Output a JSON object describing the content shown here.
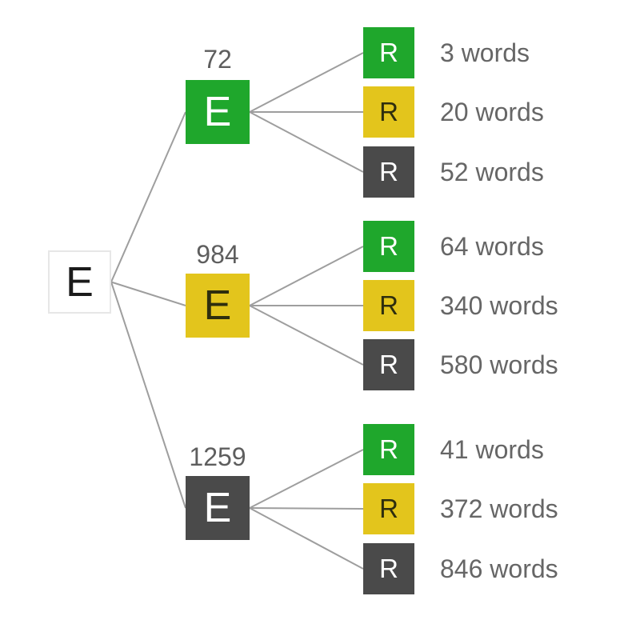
{
  "diagram": {
    "type": "tree",
    "root": {
      "label": "E",
      "color_name": "white"
    },
    "branches": [
      {
        "count": "72",
        "label": "E",
        "color_name": "green",
        "leaves": [
          {
            "label": "R",
            "color_name": "green",
            "text": "3 words"
          },
          {
            "label": "R",
            "color_name": "yellow",
            "text": "20 words"
          },
          {
            "label": "R",
            "color_name": "dark_gray",
            "text": "52 words"
          }
        ]
      },
      {
        "count": "984",
        "label": "E",
        "color_name": "yellow",
        "leaves": [
          {
            "label": "R",
            "color_name": "green",
            "text": "64 words"
          },
          {
            "label": "R",
            "color_name": "yellow",
            "text": "340 words"
          },
          {
            "label": "R",
            "color_name": "dark_gray",
            "text": "580 words"
          }
        ]
      },
      {
        "count": "1259",
        "label": "E",
        "color_name": "dark_gray",
        "leaves": [
          {
            "label": "R",
            "color_name": "green",
            "text": "41 words"
          },
          {
            "label": "R",
            "color_name": "yellow",
            "text": "372 words"
          },
          {
            "label": "R",
            "color_name": "dark_gray",
            "text": "846 words"
          }
        ]
      }
    ]
  },
  "palette": {
    "green": "#1FA72C",
    "yellow": "#E3C51C",
    "dark_gray": "#4A4A4A",
    "white": "#FFFFFF",
    "node_text_light": "#FFFFFF",
    "node_text_dark": "#2E2E0E",
    "root_text": "#1B1B1B",
    "root_border": "#E7E7E7",
    "edge": "#9E9E9E",
    "count_text": "#5E5E5E",
    "leaf_text": "#666666"
  }
}
